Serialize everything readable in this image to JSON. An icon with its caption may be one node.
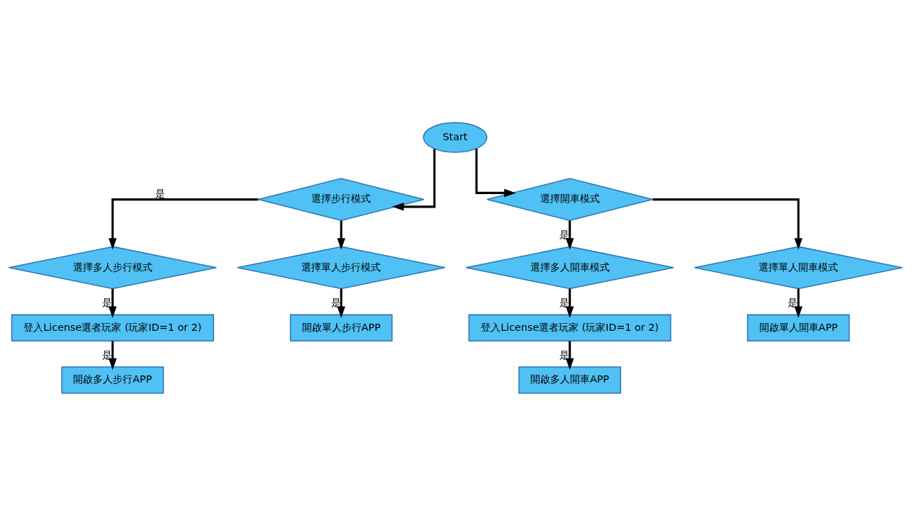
{
  "diagram": {
    "nodes": [
      {
        "text": [
          "Start"
        ]
      },
      {
        "text": [
          "選擇步行模式"
        ]
      },
      {
        "text": [
          "選擇開車模式"
        ]
      },
      {
        "text": [
          "選擇多人步行模式"
        ]
      },
      {
        "text": [
          "選擇單人步行模式"
        ]
      },
      {
        "text": [
          "選擇多人開車模式"
        ]
      },
      {
        "text": [
          "選擇單人開車模式"
        ]
      },
      {
        "text": [
          "登入License選者玩家 (玩家ID=1 or 2)"
        ]
      },
      {
        "text": [
          "開啟單人步行APP"
        ]
      },
      {
        "text": [
          "登入License選者玩家 (玩家ID=1 or 2)"
        ]
      },
      {
        "text": [
          "開啟單人開車APP"
        ]
      },
      {
        "text": [
          "開啟多人步行APP"
        ]
      },
      {
        "text": [
          "開啟多人開車APP"
        ]
      }
    ],
    "edges": [
      {
        "from": 0,
        "to": 1,
        "arrow": "to"
      },
      {
        "from": 0,
        "to": 2,
        "arrow": "to"
      },
      {
        "from": 1,
        "to": 3,
        "arrow": "to",
        "label": "是"
      },
      {
        "from": 1,
        "to": 4,
        "arrow": "to"
      },
      {
        "from": 2,
        "to": 5,
        "arrow": "to",
        "label": "是"
      },
      {
        "from": 2,
        "to": 6,
        "arrow": "to"
      },
      {
        "from": 3,
        "to": 7,
        "arrow": "to",
        "label": "是"
      },
      {
        "from": 4,
        "to": 8,
        "arrow": "to",
        "label": "是"
      },
      {
        "from": 5,
        "to": 9,
        "arrow": "to",
        "label": "是"
      },
      {
        "from": 6,
        "to": 10,
        "arrow": "to",
        "label": "是"
      },
      {
        "from": 7,
        "to": 11,
        "arrow": "to",
        "label": "是"
      },
      {
        "from": 9,
        "to": 12,
        "arrow": "to",
        "label": "是"
      }
    ]
  }
}
